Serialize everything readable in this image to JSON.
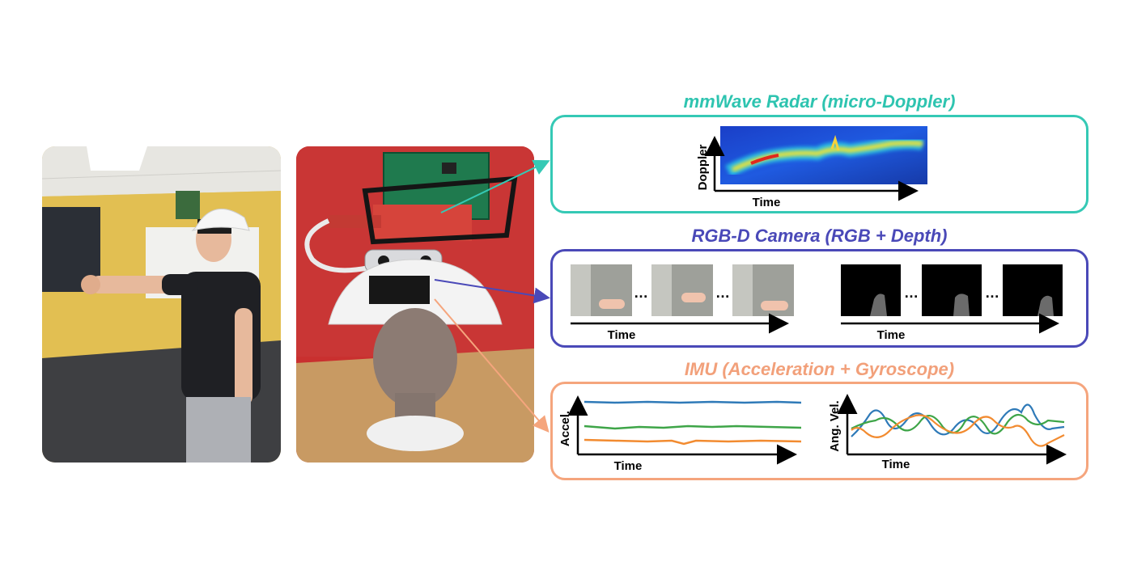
{
  "radar": {
    "title": "mmWave Radar (micro-Doppler)",
    "ylabel": "Doppler",
    "xlabel": "Time"
  },
  "camera": {
    "title": "RGB-D Camera (RGB + Depth)",
    "rgb_xlabel": "Time",
    "depth_xlabel": "Time",
    "ellipsis": "…"
  },
  "imu": {
    "title": "IMU (Acceleration + Gyroscope)",
    "accel_ylabel": "Accel.",
    "accel_xlabel": "Time",
    "gyro_ylabel": "Ang. Vel.",
    "gyro_xlabel": "Time"
  },
  "colors": {
    "radar": "#35c9b5",
    "camera": "#4a49b8",
    "imu": "#f5a57d",
    "series_blue": "#2f7ab8",
    "series_green": "#3ea548",
    "series_orange": "#f28b30"
  }
}
